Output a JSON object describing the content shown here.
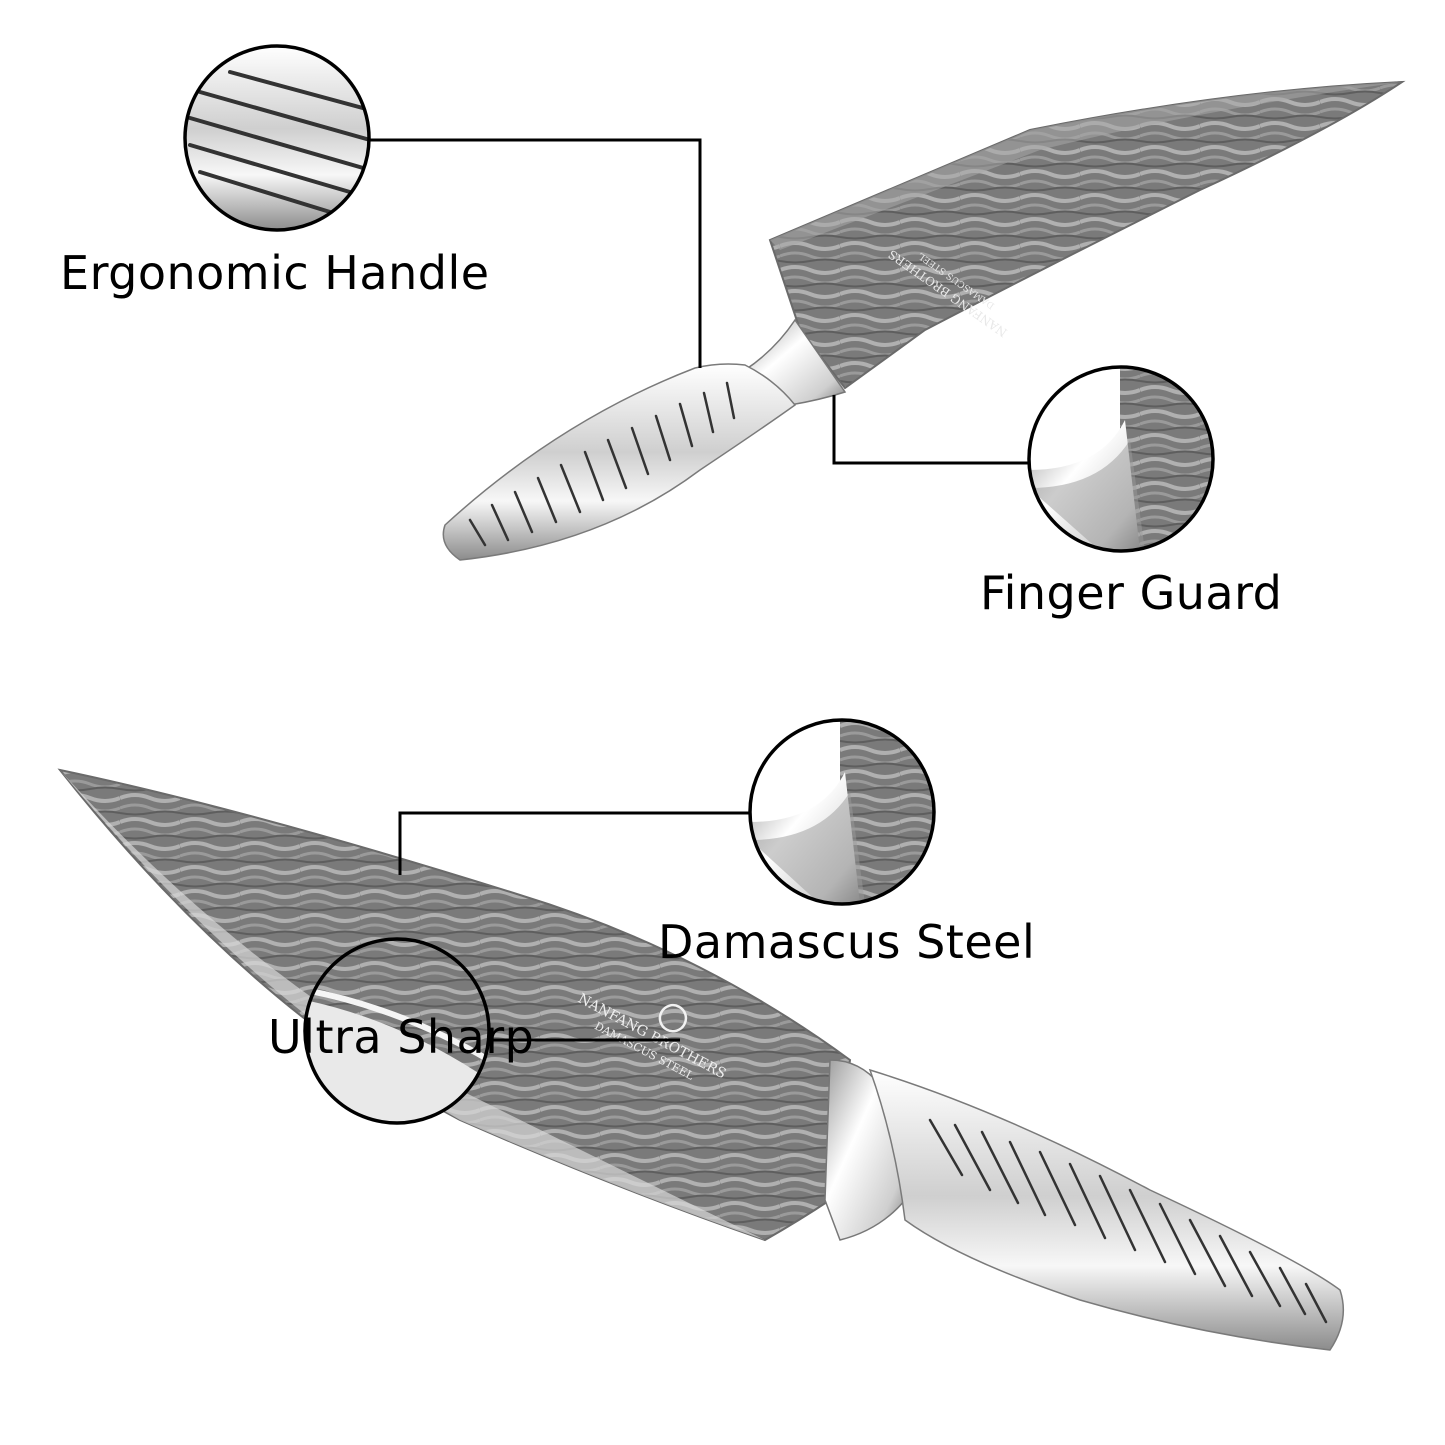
{
  "features": {
    "handle": "Ergonomic Handle",
    "guard": "Finger Guard",
    "damascus": "Damascus Steel",
    "sharp": "Ultra Sharp"
  },
  "brand": {
    "name": "NANFANG BROTHERS",
    "subtitle": "DAMASCUS STEEL"
  },
  "colors": {
    "background": "#ffffff",
    "leader_line": "#000000",
    "blade_dark": "#6e6e6e",
    "blade_light": "#b9b9b9",
    "handle_light": "#f2f2f2",
    "handle_dark": "#8a8a8a"
  }
}
